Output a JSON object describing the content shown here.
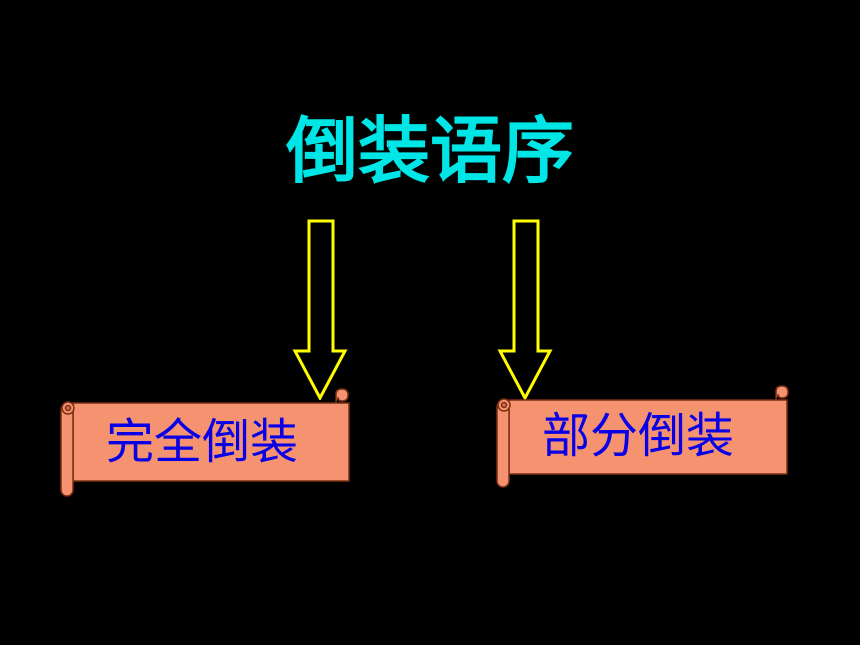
{
  "slide": {
    "title": "倒装语序",
    "branches": [
      {
        "label": "完全倒装"
      },
      {
        "label": "部分倒装"
      }
    ]
  },
  "colors": {
    "background": "#000000",
    "title": "#00e6e6",
    "arrow_outline": "#ffff00",
    "scroll_fill": "#f59370",
    "scroll_border": "#7a2e12",
    "label_text": "#0a00e6"
  },
  "icons": [
    "down-arrow-icon",
    "scroll-banner-icon"
  ]
}
